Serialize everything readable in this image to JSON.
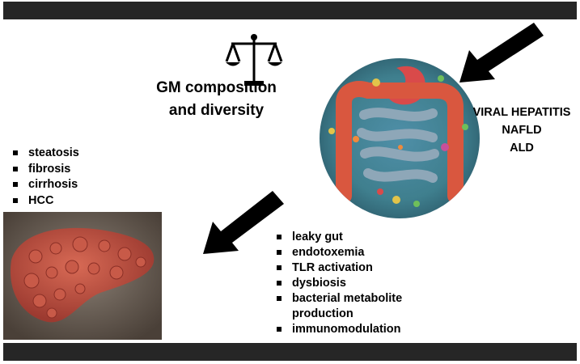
{
  "title": "GM composition and diversity",
  "diseases": [
    "VIRAL HEPATITIS",
    "NAFLD",
    "ALD"
  ],
  "liver_outcomes": [
    "steatosis",
    "fibrosis",
    "cirrhosis",
    "HCC"
  ],
  "mechanisms": [
    "leaky gut",
    "endotoxemia",
    "TLR activation",
    "dysbiosis",
    "bacterial metabolite production",
    "immunomodulation"
  ],
  "icons": {
    "scale": "balance-scale-icon"
  },
  "colors": {
    "bar": "#262626",
    "arrow": "#000000",
    "gut": "#d9573f",
    "liver": "#b5473a"
  }
}
